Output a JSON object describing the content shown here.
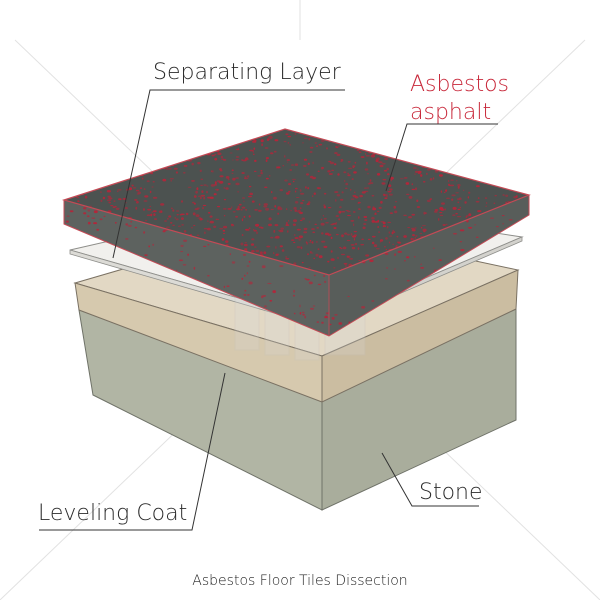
{
  "labels": {
    "separating_layer": "Separating Layer",
    "asbestos_asphalt": "Asbestos asphalt",
    "leveling_coat": "Leveling Coat",
    "stone": "Stone"
  },
  "caption": "Asbestos Floor Tiles  Dissection",
  "colors": {
    "asbestos_label": "#c8283a",
    "tile_top": "#4c5250",
    "tile_side": "#5d625f",
    "tile_speckle": "#b3263a",
    "separating_layer": "#f0efec",
    "leveling_coat_top": "#d9cdb5",
    "leveling_coat_side": "#cfc2a8",
    "stone_side": "#b1b5a4",
    "stone_front": "#a9ad9c"
  }
}
